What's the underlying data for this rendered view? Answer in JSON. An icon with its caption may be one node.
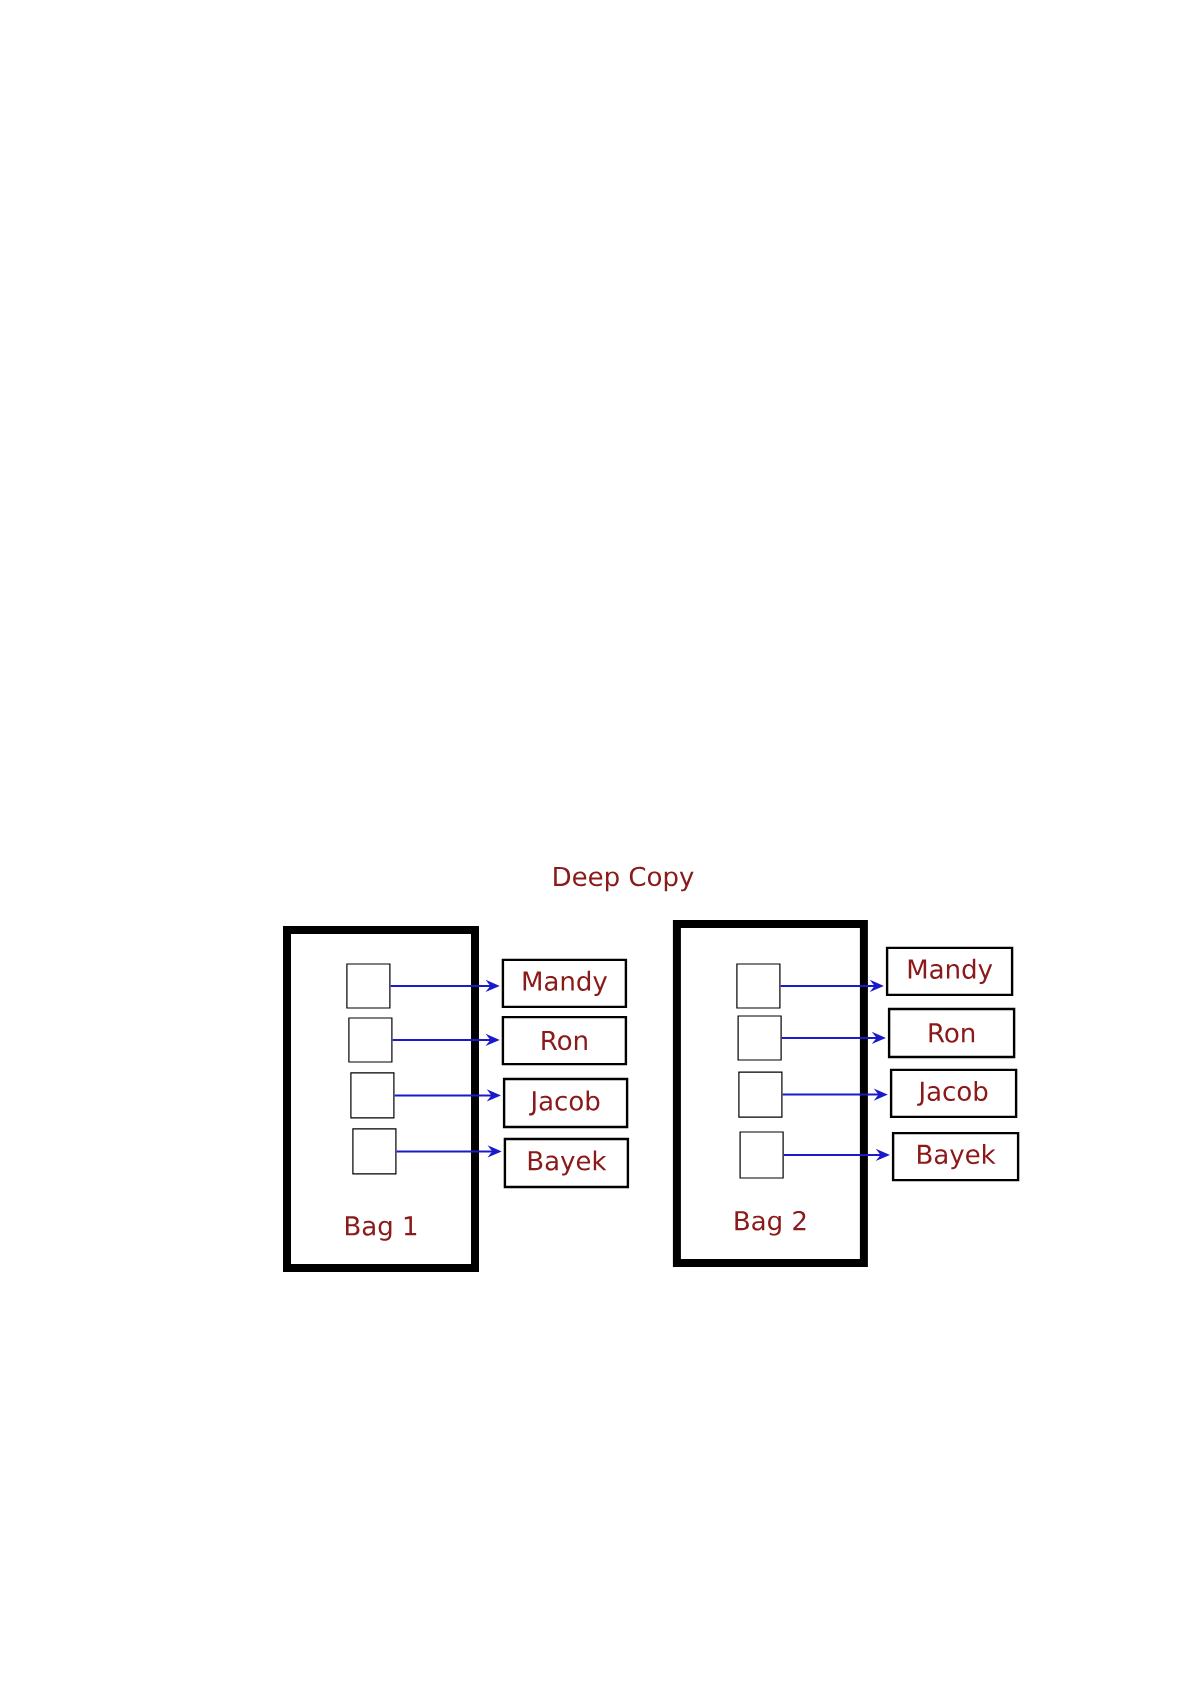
{
  "diagram": {
    "title": "Deep Copy",
    "nodes": [
      {
        "text": [
          "Bag 1"
        ]
      },
      {
        "text": [],
        "shape": "box",
        "in": 0
      },
      {
        "text": [],
        "shape": "box",
        "in": 0
      },
      {
        "text": [],
        "shape": "box",
        "in": 0
      },
      {
        "text": [],
        "shape": "box",
        "in": 0
      },
      {
        "text": [
          "Mandy"
        ]
      },
      {
        "text": [
          "Ron"
        ]
      },
      {
        "text": [
          "Jacob"
        ]
      },
      {
        "text": [
          "Bayek"
        ]
      },
      {
        "text": [
          "Bag 2"
        ]
      },
      {
        "text": [],
        "shape": "box",
        "in": 9
      },
      {
        "text": [],
        "shape": "box",
        "in": 9
      },
      {
        "text": [],
        "shape": "box",
        "in": 9
      },
      {
        "text": [],
        "shape": "box",
        "in": 9
      },
      {
        "text": [
          "Mandy"
        ]
      },
      {
        "text": [
          "Ron"
        ]
      },
      {
        "text": [
          "Jacob"
        ]
      },
      {
        "text": [
          "Bayek"
        ]
      }
    ],
    "edges": [
      {
        "from": 1,
        "to": 5,
        "arrow": "to"
      },
      {
        "from": 2,
        "to": 6,
        "arrow": "to"
      },
      {
        "from": 3,
        "to": 7,
        "arrow": "to"
      },
      {
        "from": 4,
        "to": 8,
        "arrow": "to"
      },
      {
        "from": 10,
        "to": 14,
        "arrow": "to"
      },
      {
        "from": 11,
        "to": 15,
        "arrow": "to"
      },
      {
        "from": 12,
        "to": 16,
        "arrow": "to"
      },
      {
        "from": 13,
        "to": 17,
        "arrow": "to"
      }
    ]
  }
}
